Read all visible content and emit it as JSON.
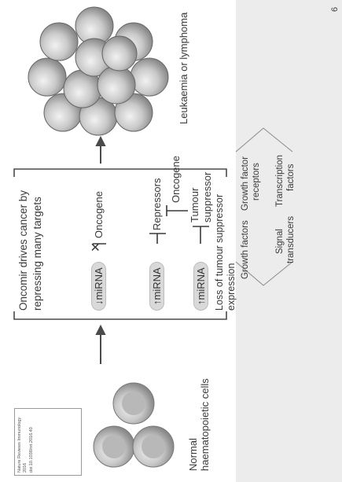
{
  "citation": {
    "journal": "Nature Reviews Immunology 2016",
    "doi": "doi:10.1038/nri.2016.40"
  },
  "normal_cells_label": "Normal haematopoietic cells",
  "oncomir": {
    "heading_line1": "Oncomir drives cancer by",
    "heading_line2": "repressing many targets",
    "row1_mirna": "↓miRNA",
    "row1_target": "Oncogene",
    "row2_mirna": "↑miRNA",
    "row2_target": "Repressors",
    "row2_sub": "Oncogene",
    "row3_mirna": "↑miRNA",
    "row3_target_line1": "Tumour",
    "row3_target_line2": "suppressor",
    "loss_line1": "Loss of tumour suppressor",
    "loss_line2": "expression"
  },
  "cancer_label": "Leukaemia or lymphoma",
  "targets": {
    "growth_factors": "Growth factors",
    "growth_factor_receptors_line1": "Growth factor",
    "growth_factor_receptors_line2": "receptors",
    "signal_transducers_line1": "Signal",
    "signal_transducers_line2": "transducers",
    "transcription_factors_line1": "Transcription",
    "transcription_factors_line2": "factors"
  },
  "page_number": "6",
  "colors": {
    "cell_fill": "#c8c8c8",
    "cell_rim": "#7c7c7c",
    "line": "#4a4a4a"
  }
}
